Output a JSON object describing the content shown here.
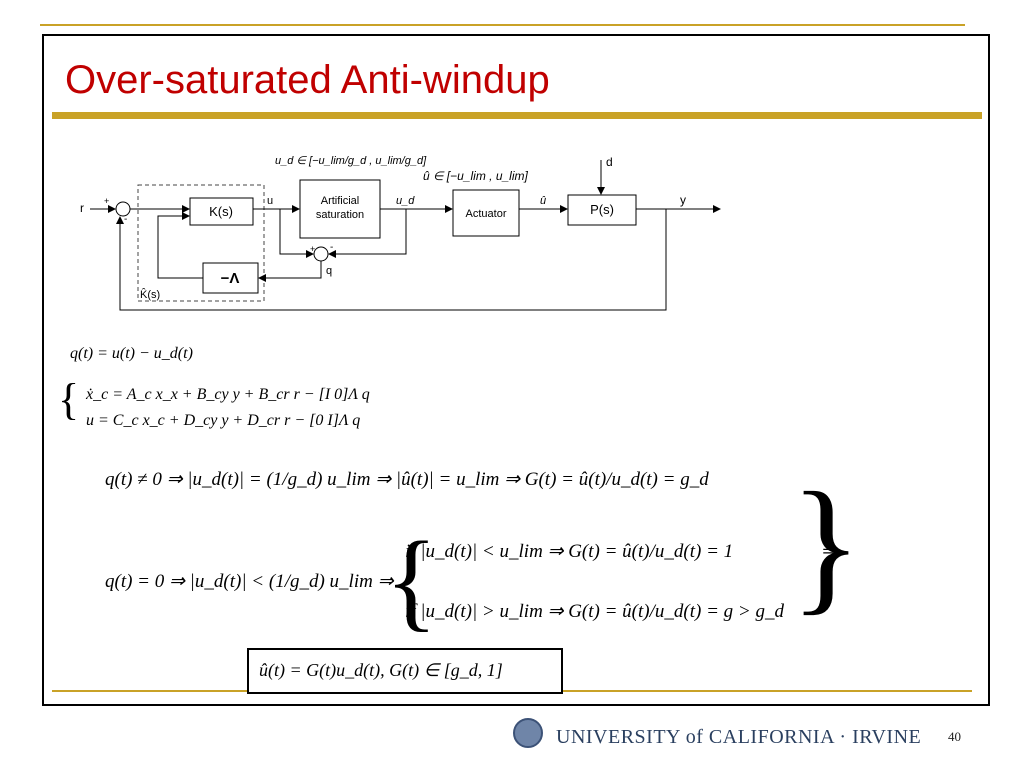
{
  "slide": {
    "title": "Over-saturated Anti-windup",
    "page_number": "40",
    "footer_logo_text": "UNIVERSITY of CALIFORNIA · IRVINE",
    "accent_color": "#c9a227",
    "title_color": "#c00000"
  },
  "diagram": {
    "input_label": "r",
    "output_label": "y",
    "disturbance_label": "d",
    "controller_block": "K(s)",
    "feedback_block": "−Λ",
    "artificial_saturation_line1": "Artificial",
    "artificial_saturation_line2": "saturation",
    "actuator_block": "Actuator",
    "plant_block": "P(s)",
    "u_label": "u",
    "ud_label": "u_d",
    "uhat_label": "û",
    "q_label": "q",
    "khat_label": "K̂(s)",
    "ud_range": "u_d ∈ [−u_lim/g_d , u_lim/g_d]",
    "uhat_range": "û ∈ [−u_lim , u_lim]"
  },
  "equations": {
    "q_def": "q(t) = u(t) − u_d(t)",
    "state_eq1": "ẋ_c = A_c x_x + B_cy y + B_cr r − [I 0]Λ q",
    "state_eq2": "u = C_c x_c + D_cy y + D_cr r − [0 I]Λ q",
    "case_q_nonzero": "q(t) ≠ 0 ⇒ |u_d(t)| = (1/g_d) u_lim ⇒ |û(t)| = u_lim ⇒ G(t) = û(t)/u_d(t) = g_d",
    "case_q_zero": "q(t) = 0 ⇒ |u_d(t)| < (1/g_d) u_lim ⇒",
    "subcase1": "if |u_d(t)| < u_lim ⇒ G(t) = û(t)/u_d(t) = 1",
    "subcase2": "if |u_d(t)| > u_lim ⇒ G(t) = û(t)/u_d(t) = g > g_d",
    "conclusion": "û(t) = G(t)u_d(t), G(t) ∈ [g_d, 1]"
  }
}
